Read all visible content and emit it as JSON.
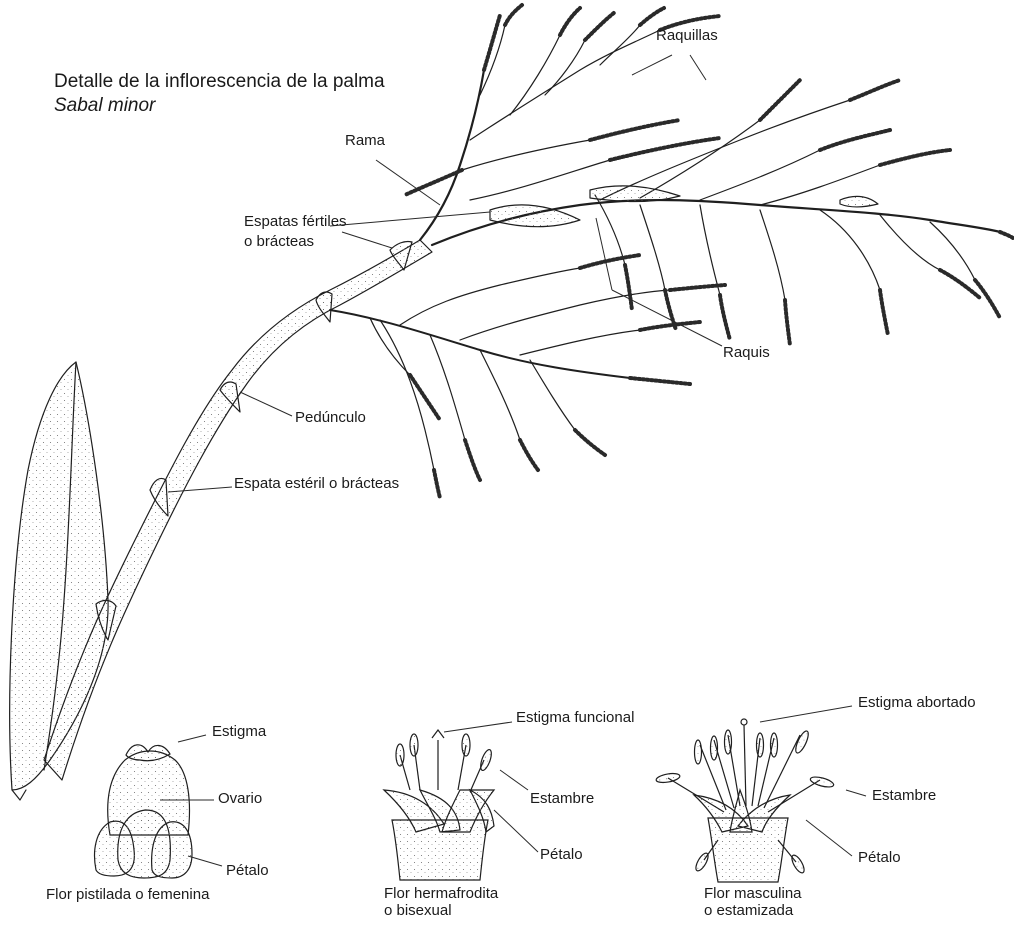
{
  "title": {
    "line1": "Detalle de la inflorescencia de la palma",
    "species": "Sabal minor"
  },
  "labels": {
    "raquillas": "Raquillas",
    "rama": "Rama",
    "espatas_fertiles_1": "Espatas fértiles",
    "espatas_fertiles_2": "o brácteas",
    "raquis": "Raquis",
    "pedunculo": "Pedúnculo",
    "espata_esteril": "Espata estéril o brácteas"
  },
  "flowers": {
    "pistillate": {
      "estigma": "Estigma",
      "ovario": "Ovario",
      "petalo": "Pétalo",
      "caption": [
        "Flor pistilada o femenina"
      ]
    },
    "hermaphrodite": {
      "estigma": "Estigma funcional",
      "estambre": "Estambre",
      "petalo": "Pétalo",
      "caption": [
        "Flor hermafrodita",
        "o bisexual"
      ]
    },
    "male": {
      "estigma": "Estigma abortado",
      "estambre": "Estambre",
      "petalo": "Pétalo",
      "caption": [
        "Flor masculina",
        "o estamizada"
      ]
    }
  },
  "colors": {
    "ink": "#1f1f1f",
    "fill": "#f7f7f5",
    "background": "#ffffff"
  }
}
